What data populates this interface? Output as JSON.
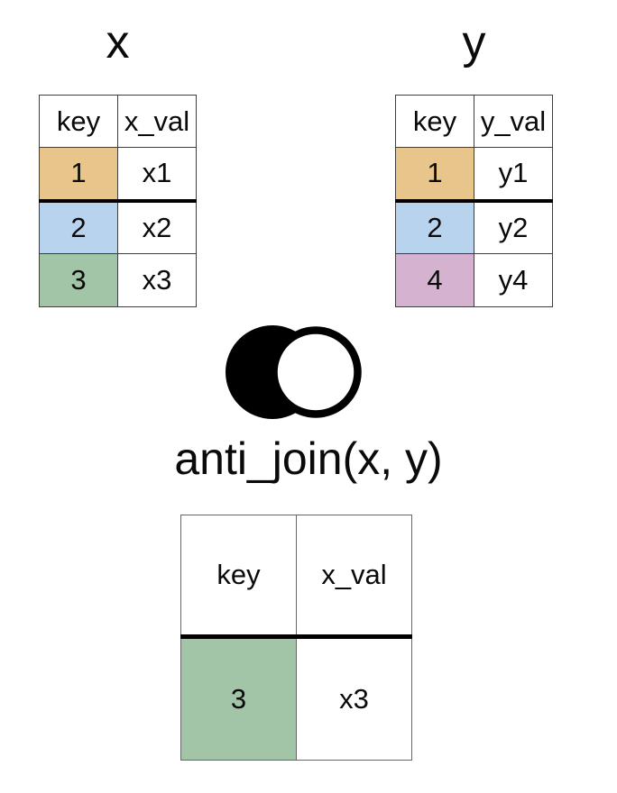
{
  "diagram": {
    "left_table": {
      "title": "x",
      "headers": [
        "key",
        "x_val"
      ],
      "rows": [
        {
          "key": "1",
          "value": "x1",
          "key_color": "#e8c58b"
        },
        {
          "key": "2",
          "value": "x2",
          "key_color": "#b7d3ee"
        },
        {
          "key": "3",
          "value": "x3",
          "key_color": "#a3c5a7"
        }
      ]
    },
    "right_table": {
      "title": "y",
      "headers": [
        "key",
        "y_val"
      ],
      "rows": [
        {
          "key": "1",
          "value": "y1",
          "key_color": "#e8c58b"
        },
        {
          "key": "2",
          "value": "y2",
          "key_color": "#b7d3ee"
        },
        {
          "key": "4",
          "value": "y4",
          "key_color": "#d5b2d0"
        }
      ]
    },
    "operation": {
      "icon": "anti-join-venn-icon",
      "icon_left_circle_fill": "#000000",
      "icon_right_circle_fill": "#ffffff",
      "icon_stroke_color": "#000000",
      "label": "anti_join(x, y)"
    },
    "result_table": {
      "headers": [
        "key",
        "x_val"
      ],
      "rows": [
        {
          "key": "3",
          "value": "x3",
          "key_color": "#a3c5a7"
        }
      ]
    }
  }
}
